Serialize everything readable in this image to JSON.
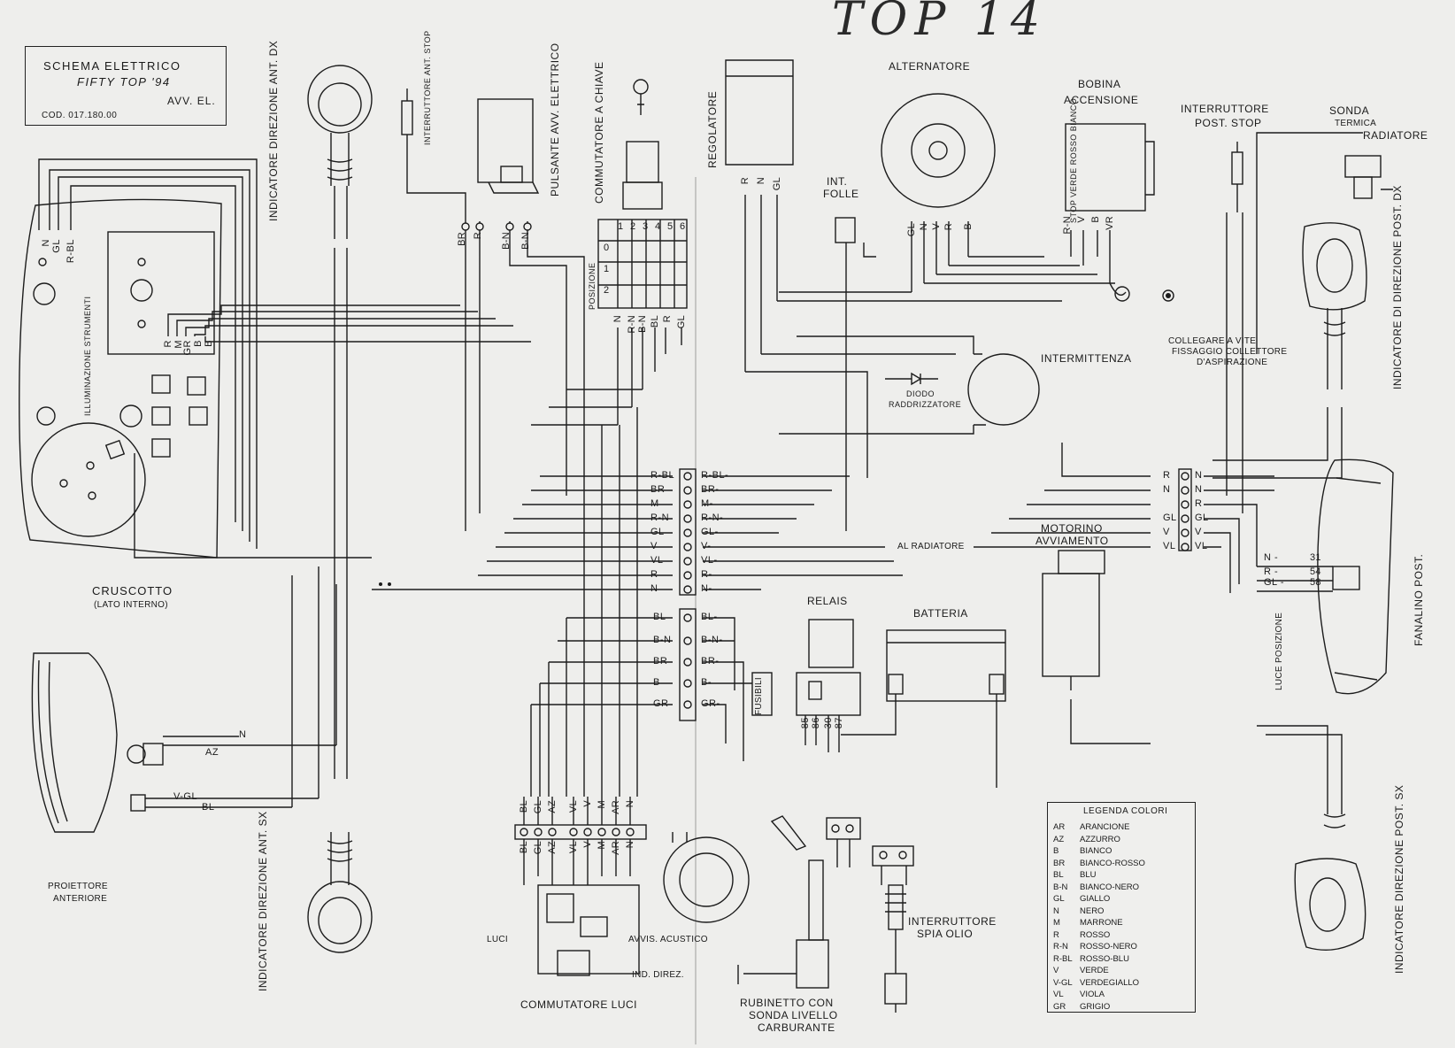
{
  "title_block": {
    "line1": "SCHEMA ELETTRICO",
    "line2": "FIFTY TOP '94",
    "line3": "AVV. EL.",
    "code": "COD. 017.180.00"
  },
  "handwritten_note": "TOP 14",
  "components": {
    "cruscotto": "CRUSCOTTO",
    "cruscotto_sub": "(LATO INTERNO)",
    "illuminazione": "ILLUMINAZIONE STRUMENTI",
    "proiettore_1": "PROIETTORE",
    "proiettore_2": "ANTERIORE",
    "ind_ant_dx": "INDICATORE DIREZIONE ANT. DX",
    "ind_ant_sx": "INDICATORE DIREZIONE ANT. SX",
    "ind_post_dx": "INDICATORE DI DIREZIONE POST. DX",
    "ind_post_sx": "INDICATORE DIREZIONE POST. SX",
    "interruttore_ant_stop": "INTERRUTTORE ANT. STOP",
    "pulsante_avv": "PULSANTE AVV. ELETTRICO",
    "commutatore_chiave": "COMMUTATORE A CHIAVE",
    "posizione": "POSIZIONE",
    "regolatore": "REGOLATORE",
    "int_folle_1": "INT.",
    "int_folle_2": "FOLLE",
    "alternatore": "ALTERNATORE",
    "bobina_1": "BOBINA",
    "bobina_2": "ACCENSIONE",
    "int_post_stop_1": "INTERRUTTORE",
    "int_post_stop_2": "POST. STOP",
    "sonda_1": "SONDA",
    "sonda_2": "TERMICA",
    "sonda_3": "RADIATORE",
    "collegare_1": "COLLEGARE A VITE",
    "collegare_2": "FISSAGGIO COLLETTORE",
    "collegare_3": "D'ASPIRAZIONE",
    "intermittenza": "INTERMITTENZA",
    "diodo_1": "DIODO",
    "diodo_2": "RADDRIZZATORE",
    "al_radiatore": "AL RADIATORE",
    "motorino_1": "MOTORINO",
    "motorino_2": "AVVIAMENTO",
    "relais": "RELAIS",
    "batteria": "BATTERIA",
    "fusibili": "FUSIBILI",
    "fanalino": "FANALINO POST.",
    "luce_posizione": "LUCE POSIZIONE",
    "commutatore_luci": "COMMUTATORE LUCI",
    "luci": "LUCI",
    "avvis_acustico": "AVVIS. ACUSTICO",
    "ind_direz": "IND. DIREZ.",
    "rubinetto_1": "RUBINETTO CON",
    "rubinetto_2": "SONDA LIVELLO",
    "rubinetto_3": "CARBURANTE",
    "spia_olio_1": "INTERRUTTORE",
    "spia_olio_2": "SPIA OLIO",
    "bobina_terms": "STOP VERDE ROSSO BIANCO"
  },
  "center_connector": {
    "upper": [
      "R-BL",
      "BR",
      "M",
      "R-N",
      "GL",
      "V",
      "VL",
      "R",
      "N"
    ],
    "lower": [
      "BL",
      "B-N",
      "BR",
      "B",
      "GR"
    ]
  },
  "right_connector": [
    "N",
    "N",
    "R",
    "GL",
    "V",
    "VL"
  ],
  "right_connector_left": [
    "R",
    "N",
    "",
    "GL",
    "V",
    "VL"
  ],
  "fanalino_terms": [
    {
      "wire": "N",
      "pin": "31"
    },
    {
      "wire": "R",
      "pin": "54"
    },
    {
      "wire": "GL",
      "pin": "58"
    }
  ],
  "key_switch_positions": [
    "1",
    "2",
    "3",
    "4",
    "5",
    "6"
  ],
  "key_switch_rows": [
    "0",
    "1",
    "2"
  ],
  "key_switch_wires": [
    "N",
    "R-N",
    "B-N",
    "BL",
    "R",
    "GL"
  ],
  "commutatore_luci_wires": [
    "BL",
    "GL",
    "AZ",
    "VL",
    "V",
    "M",
    "AR",
    "N"
  ],
  "pulsante_wires": [
    "BR",
    "R",
    "B-N",
    "B-N"
  ],
  "regolatore_wires": [
    "R",
    "N",
    "GL"
  ],
  "alternatore_wires": [
    "GL",
    "N",
    "V",
    "R",
    "B"
  ],
  "bobina_wires": [
    "R-N",
    "V",
    "B",
    "VR"
  ],
  "proiettore_wires": [
    "N",
    "AZ",
    "V-GL",
    "BL"
  ],
  "cruscotto_wires_top": [
    "N",
    "GL",
    "R-BL"
  ],
  "cruscotto_wires_mid": [
    "R",
    "M",
    "GR",
    "B",
    "B"
  ],
  "relais_pins": [
    "85",
    "86",
    "30",
    "87"
  ],
  "legend": {
    "title": "LEGENDA COLORI",
    "entries": [
      {
        "code": "AR",
        "name": "ARANCIONE"
      },
      {
        "code": "AZ",
        "name": "AZZURRO"
      },
      {
        "code": "B",
        "name": "BIANCO"
      },
      {
        "code": "BR",
        "name": "BIANCO-ROSSO"
      },
      {
        "code": "BL",
        "name": "BLU"
      },
      {
        "code": "B-N",
        "name": "BIANCO-NERO"
      },
      {
        "code": "GL",
        "name": "GIALLO"
      },
      {
        "code": "N",
        "name": "NERO"
      },
      {
        "code": "M",
        "name": "MARRONE"
      },
      {
        "code": "R",
        "name": "ROSSO"
      },
      {
        "code": "R-N",
        "name": "ROSSO-NERO"
      },
      {
        "code": "R-BL",
        "name": "ROSSO-BLU"
      },
      {
        "code": "V",
        "name": "VERDE"
      },
      {
        "code": "V-GL",
        "name": "VERDEGIALLO"
      },
      {
        "code": "VL",
        "name": "VIOLA"
      },
      {
        "code": "GR",
        "name": "GRIGIO"
      }
    ]
  }
}
